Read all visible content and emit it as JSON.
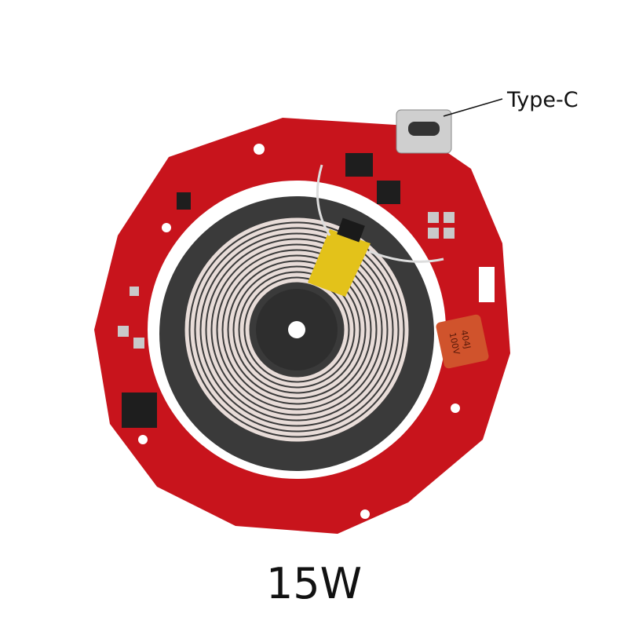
{
  "annotations": {
    "connector_label": "Type-C",
    "power_label": "15W"
  },
  "capacitor_marking": [
    "404J",
    "100V"
  ],
  "colors": {
    "pcb": "#c8141c",
    "coil": "#e8dcd8",
    "ferrite": "#3a3a3a",
    "tape": "#e3c21a",
    "capacitor": "#d0532c"
  }
}
